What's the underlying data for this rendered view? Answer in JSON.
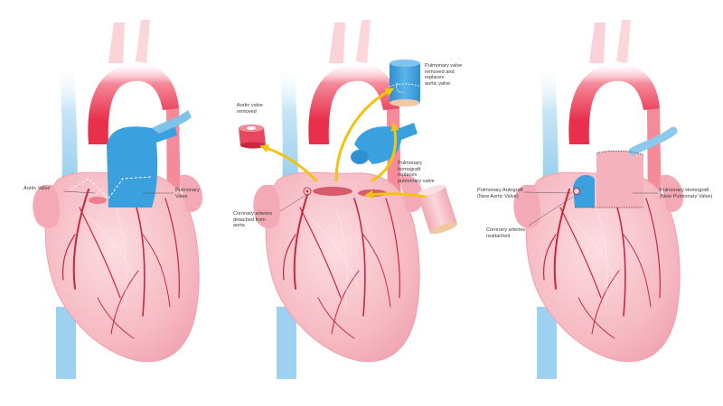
{
  "panel1": {
    "aortic_valve": "Aortic Valve",
    "pulmonary_valve": "Pulmonary\nValve"
  },
  "panel2": {
    "aortic_valve_removed": "Aortic valve\nremoved",
    "pulmonary_valve_removed": "Pulmonary valve\nremoved and\nreplaces\naortic valve",
    "pulmonary_homograft": "Pulmonary\nhomograft\nreplaces\npulmonary valve",
    "coronary_detached": "Coronary arteries\ndetached from\naorta"
  },
  "panel3": {
    "pulmonary_autograft": "Pulmonary Autograft\n(New Aortic Valve)",
    "pulmonary_homograft": "Pulmonary Homograft\n(New Pulmonary Valve)",
    "coronary_reattached": "Coronary arteries\nreattached"
  },
  "colors": {
    "heart_fill": "#f6b9c2",
    "heart_light": "#fbd3d9",
    "aorta_red": "#ee3c55",
    "vein_blue": "#8cc9ec",
    "pulmonary_blue": "#3aa0de",
    "arrow_yellow": "#f2c40f",
    "artery_red": "#c7283e"
  }
}
